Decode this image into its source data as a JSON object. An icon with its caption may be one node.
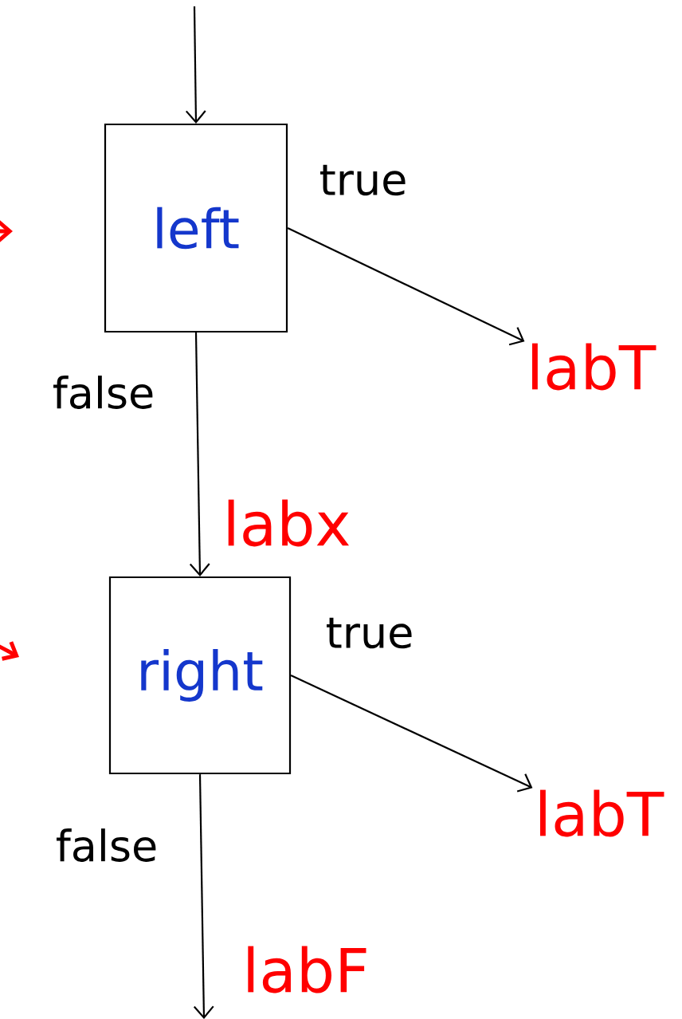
{
  "diagram": {
    "nodes": [
      {
        "text": [
          "left"
        ]
      },
      {
        "text": [
          "right"
        ]
      },
      {
        "text": [
          "labT"
        ]
      },
      {
        "text": [
          "labT"
        ]
      },
      {
        "text": [
          "labF"
        ]
      }
    ],
    "edges": [
      {
        "from": null,
        "to": 0,
        "arrow": "to"
      },
      {
        "from": 0,
        "to": 2,
        "arrow": "to",
        "label": "true"
      },
      {
        "from": 0,
        "to": 1,
        "arrow": "to",
        "label": "false"
      },
      {
        "from": 1,
        "to": 3,
        "arrow": "to",
        "label": "true"
      },
      {
        "from": 1,
        "to": null,
        "arrow": "to",
        "label": "false"
      }
    ],
    "labels": [
      "labx"
    ]
  }
}
